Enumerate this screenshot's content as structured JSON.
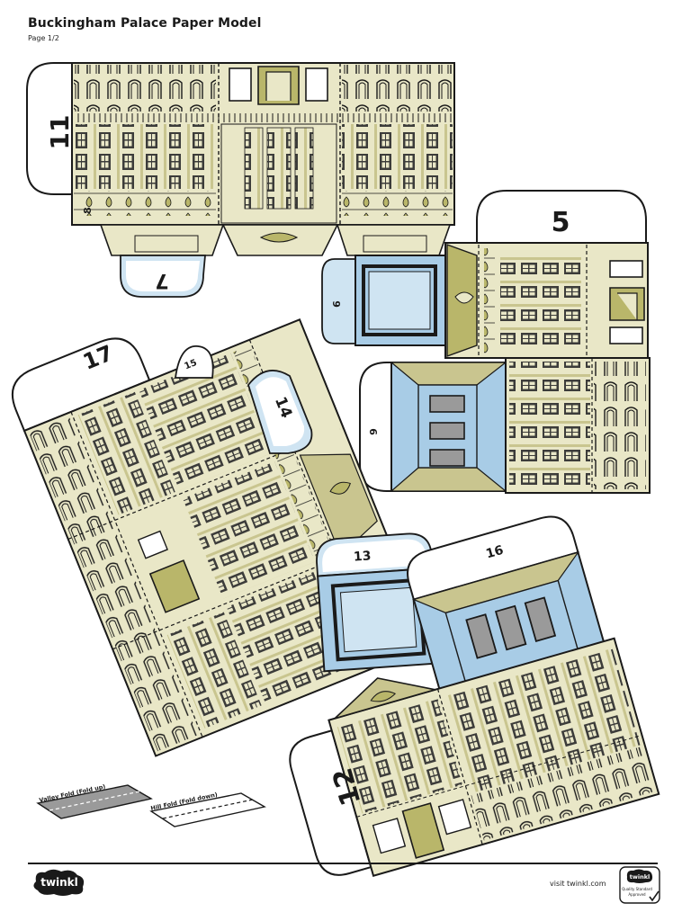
{
  "document": {
    "title": "Buckingham Palace Paper Model",
    "page": "Page 1/2"
  },
  "pieces": {
    "p11": "11",
    "p8": "8",
    "p7": "7",
    "p5": "5",
    "p6": "6",
    "p9": "9",
    "p17": "17",
    "p15": "15",
    "p14": "14",
    "p13": "13",
    "p16": "16",
    "p12": "12"
  },
  "legend": {
    "valley_fold": "Valley Fold (Fold up)",
    "hill_fold": "Hill Fold (Fold down)"
  },
  "footer": {
    "brand": "twinkl",
    "visit": "visit twinkl.com",
    "badge_brand": "twinkl",
    "badge_text_1": "Quality Standard",
    "badge_text_2": "Approved"
  },
  "colors": {
    "stone": "#e9e7c7",
    "stone_dark": "#c9c58f",
    "olive": "#b9b66a",
    "window": "#3c3c3a",
    "roof_blue": "#a8cce6",
    "tab_blue": "#cfe4f2",
    "outline": "#1a1a1a",
    "brand": "#1a1a1a"
  }
}
